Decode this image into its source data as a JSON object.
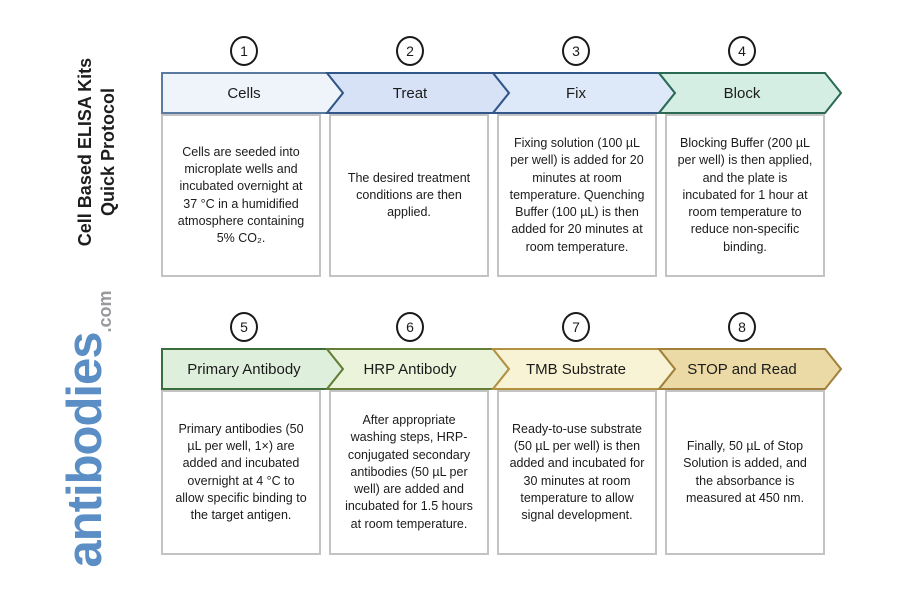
{
  "sidebar": {
    "title_line1": "Cell Based ELISA Kits",
    "title_line2": "Quick Protocol",
    "logo_name": "antibodies",
    "logo_tld": ".com",
    "logo_color": "#5a8ec4",
    "logo_tld_color": "#97999c"
  },
  "rows": [
    {
      "steps": [
        {
          "number": "1",
          "label": "Cells",
          "description": "Cells are seeded into microplate wells and incubated overnight at 37 °C in a humidified atmosphere containing 5% CO₂.",
          "fill": "#eff4fb",
          "border": "#5b7a9f"
        },
        {
          "number": "2",
          "label": "Treat",
          "description": "The desired treatment conditions are then applied.",
          "fill": "#d8e2f7",
          "border": "#30568a"
        },
        {
          "number": "3",
          "label": "Fix",
          "description": "Fixing solution (100 µL per well) is added for 20 minutes at room temperature. Quenching Buffer (100 µL) is then added for 20 minutes at room temperature.",
          "fill": "#dde8f9",
          "border": "#30568a"
        },
        {
          "number": "4",
          "label": "Block",
          "description": "Blocking Buffer (200 µL per well) is then applied, and the plate is incubated for 1 hour at room temperature to reduce non-specific binding.",
          "fill": "#d4eee3",
          "border": "#2a6a52"
        }
      ]
    },
    {
      "steps": [
        {
          "number": "5",
          "label": "Primary Antibody",
          "description": "Primary antibodies (50 µL per well, 1×) are added and incubated overnight at 4 °C to allow specific binding to the target antigen.",
          "fill": "#def0db",
          "border": "#3a6f3c"
        },
        {
          "number": "6",
          "label": "HRP Antibody",
          "description": "After appropriate washing steps, HRP-conjugated secondary antibodies (50 µL per well) are added and incubated for 1.5 hours at room temperature.",
          "fill": "#ebf4da",
          "border": "#647e37"
        },
        {
          "number": "7",
          "label": "TMB Substrate",
          "description": "Ready-to-use substrate (50 µL per well) is then added and incubated for 30 minutes at room temperature to allow signal development.",
          "fill": "#f8f3d5",
          "border": "#b39140"
        },
        {
          "number": "8",
          "label": "STOP and Read",
          "description": "Finally, 50 µL of Stop Solution is added, and the absorbance is measured at 450 nm.",
          "fill": "#ebd9a6",
          "border": "#a1803b"
        }
      ]
    }
  ]
}
